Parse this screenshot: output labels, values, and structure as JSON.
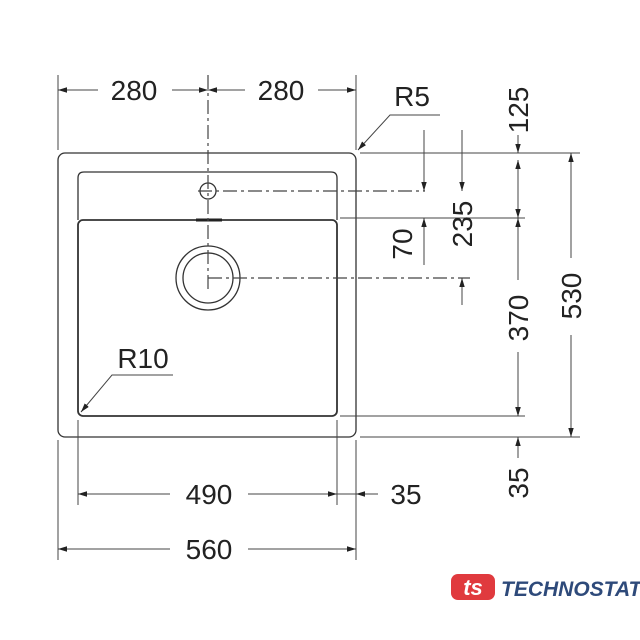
{
  "dimensions": {
    "top_left_half": "280",
    "top_right_half": "280",
    "outer_radius": "R5",
    "inner_radius": "R10",
    "right_top_offset": "125",
    "tap_to_drain": "235",
    "tap_to_basin": "70",
    "basin_depth": "370",
    "overall_depth": "530",
    "bottom_rim": "35",
    "basin_width": "490",
    "side_rim": "35",
    "overall_width": "560"
  },
  "logo": {
    "brand": "TECHNOSTATUS",
    "mark": "ts",
    "mark_color": "#e03a3e",
    "text_color": "#2e4a7a"
  }
}
